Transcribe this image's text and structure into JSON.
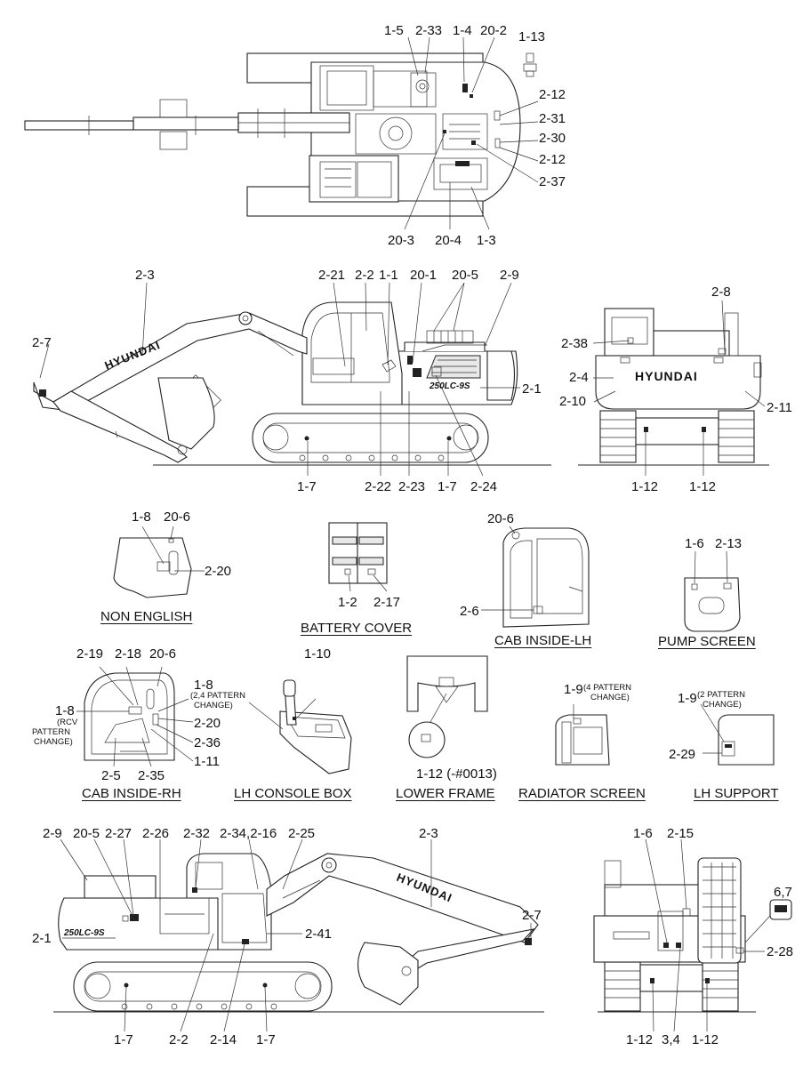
{
  "brand": {
    "name": "HYUNDAI",
    "model": "250LC-9S"
  },
  "captions": {
    "non_english": "NON ENGLISH",
    "battery_cover": "BATTERY COVER",
    "cab_inside_lh": "CAB INSIDE-LH",
    "pump_screen": "PUMP SCREEN",
    "cab_inside_rh": "CAB INSIDE-RH",
    "lh_console_box": "LH CONSOLE BOX",
    "lower_frame": "LOWER FRAME",
    "radiator_screen": "RADIATOR SCREEN",
    "lh_support": "LH SUPPORT"
  },
  "notes": {
    "pattern_24_a": "(2,4 PATTERN",
    "pattern_24_b": "CHANGE)",
    "rcv_a": "(RCV",
    "rcv_b": "PATTERN",
    "rcv_c": "CHANGE)",
    "pattern4_a": "(4 PATTERN",
    "pattern4_b": "CHANGE)",
    "pattern2_a": "(2 PATTERN",
    "pattern2_b": "CHANGE)"
  },
  "labels": {
    "top_view": [
      "1-5",
      "2-33",
      "1-4",
      "20-2",
      "1-13",
      "2-12",
      "2-31",
      "2-30",
      "2-12",
      "2-37",
      "20-3",
      "20-4",
      "1-3"
    ],
    "left_side_view": [
      "2-3",
      "2-7",
      "2-21",
      "2-2",
      "1-1",
      "20-1",
      "20-5",
      "2-9",
      "2-1",
      "1-7",
      "2-22",
      "2-23",
      "1-7",
      "2-24"
    ],
    "rear_view": [
      "2-8",
      "2-38",
      "2-4",
      "2-10",
      "2-11",
      "1-12",
      "1-12"
    ],
    "non_english": [
      "1-8",
      "20-6",
      "2-20"
    ],
    "battery_cover": [
      "1-2",
      "2-17"
    ],
    "cab_inside_lh": [
      "20-6",
      "2-6"
    ],
    "pump_screen": [
      "1-6",
      "2-13"
    ],
    "cab_inside_rh": [
      "2-19",
      "2-18",
      "20-6",
      "1-8",
      "1-8",
      "2-20",
      "2-36",
      "1-11",
      "2-5",
      "2-35"
    ],
    "lh_console_box": [
      "1-10"
    ],
    "lower_frame": [
      "1-12 (-#0013)"
    ],
    "radiator_screen": [
      "1-9"
    ],
    "lh_support": [
      "1-9",
      "2-29"
    ],
    "right_side_view": [
      "2-9",
      "20-5",
      "2-27",
      "2-26",
      "2-32",
      "2-34,2-16",
      "2-25",
      "2-3",
      "2-7",
      "2-1",
      "2-41",
      "1-7",
      "2-2",
      "2-14",
      "1-7"
    ],
    "front_view": [
      "1-6",
      "2-15",
      "6,7",
      "2-28",
      "1-12",
      "3,4",
      "1-12"
    ]
  }
}
